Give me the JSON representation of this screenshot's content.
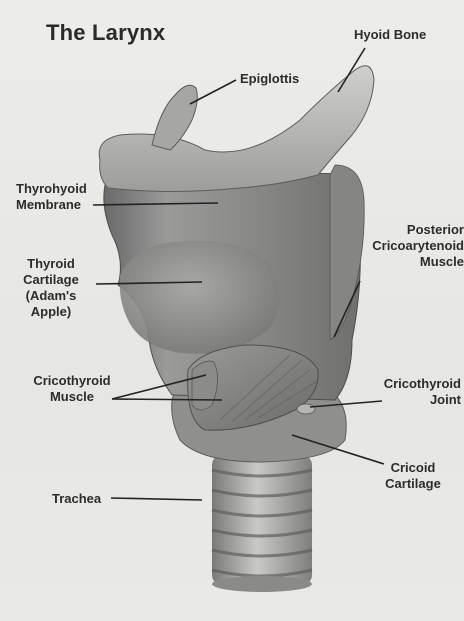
{
  "title": "The Larynx",
  "labels": {
    "hyoid_bone": "Hyoid Bone",
    "epiglottis": "Epiglottis",
    "thyrohyoid_membrane": [
      "Thyrohyoid",
      "Membrane"
    ],
    "thyroid_cartilage": [
      "Thyroid",
      "Cartilage",
      "(Adam's",
      "Apple)"
    ],
    "posterior_cricoarytenoid": [
      "Posterior",
      "Cricoarytenoid",
      "Muscle"
    ],
    "cricothyroid_muscle": [
      "Cricothyroid",
      "Muscle"
    ],
    "cricothyroid_joint": [
      "Cricothyroid",
      "Joint"
    ],
    "cricoid_cartilage": [
      "Cricoid",
      "Cartilage"
    ],
    "trachea": "Trachea"
  }
}
